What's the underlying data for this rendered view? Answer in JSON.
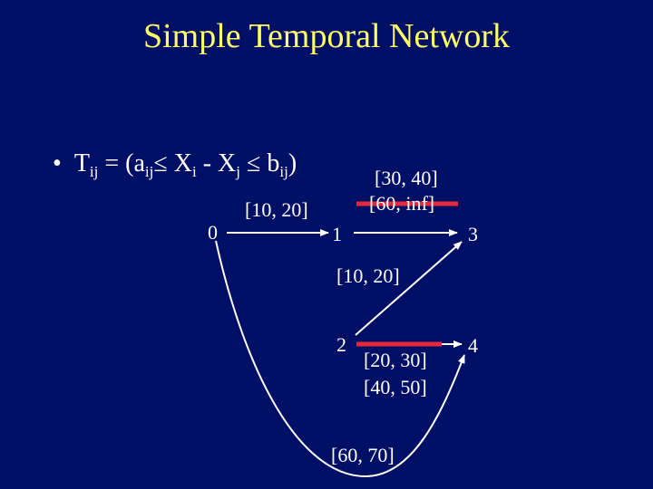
{
  "slide": {
    "title": "Simple Temporal Network",
    "bullet": {
      "marker": "•",
      "T": "T",
      "T_sub": "ij",
      "eq_open": " = (a",
      "a_sub": "ij",
      "le1": "≤ X",
      "xi_sub": "i",
      "minus": " - X",
      "xj_sub": "j",
      "le2": " ≤ b",
      "b_sub": "ij",
      "close": ")"
    }
  },
  "network": {
    "nodes": [
      {
        "id": "n0",
        "label": "0"
      },
      {
        "id": "n1",
        "label": "1"
      },
      {
        "id": "n2",
        "label": "2"
      },
      {
        "id": "n3",
        "label": "3"
      },
      {
        "id": "n4",
        "label": "4"
      }
    ],
    "edges": [
      {
        "from": "0",
        "to": "1",
        "labels": [
          "[10, 20]"
        ]
      },
      {
        "from": "1",
        "to": "3",
        "labels": [
          "[30, 40]",
          "[60, inf]"
        ],
        "struck": "[60, inf]"
      },
      {
        "from": "2",
        "to": "3",
        "labels": [
          "[10, 20]"
        ]
      },
      {
        "from": "2",
        "to": "4",
        "labels": [
          "[20, 30]",
          "[40, 50]"
        ],
        "struck": "[20, 30]"
      },
      {
        "from": "0",
        "to": "4",
        "labels": [
          "[60, 70]"
        ]
      }
    ]
  },
  "colors": {
    "background": "#000f66",
    "title": "#ffff66",
    "text": "#ffffff",
    "strike": "#e8283c"
  }
}
